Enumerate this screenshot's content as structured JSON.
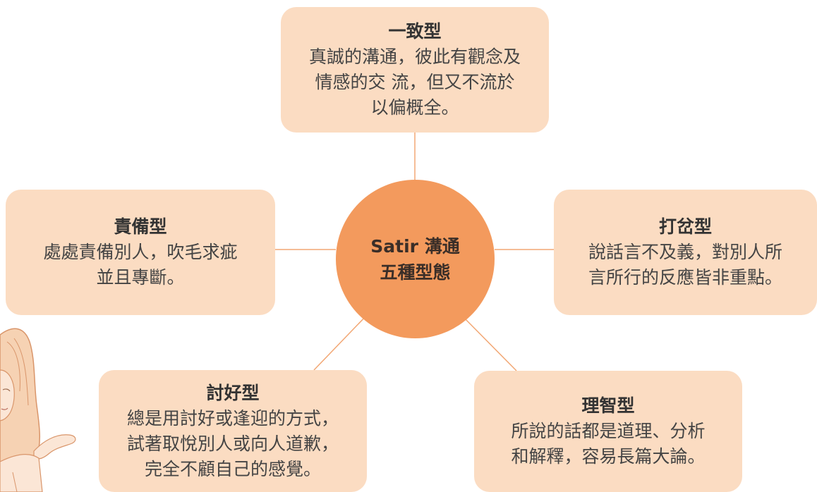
{
  "center": {
    "line1": "Satir 溝通",
    "line2": "五種型態"
  },
  "nodes": {
    "top": {
      "title": "一致型",
      "lines": [
        "真誠的溝通，彼此有觀念及",
        "情感的交 流，但又不流於",
        "以偏概全。"
      ]
    },
    "left": {
      "title": "責備型",
      "lines": [
        "處處責備別人，吹毛求疵",
        "並且專斷。"
      ]
    },
    "right": {
      "title": "打岔型",
      "lines": [
        "說話言不及義，對別人所",
        "言所行的反應皆非重點。"
      ]
    },
    "bottom_left": {
      "title": "討好型",
      "lines": [
        "總是用討好或逢迎的方式，",
        "試著取悅別人或向人道歉，",
        "完全不顧自己的感覺。"
      ]
    },
    "bottom_right": {
      "title": "理智型",
      "lines": [
        "所說的話都是道理、分析",
        "和解釋，容易長篇大論。"
      ]
    }
  },
  "colors": {
    "box_fill": "#fbdcc2",
    "center_fill": "#f39a5d",
    "connector": "#f2a774"
  },
  "illustration": "girl-cartoon-pointing"
}
